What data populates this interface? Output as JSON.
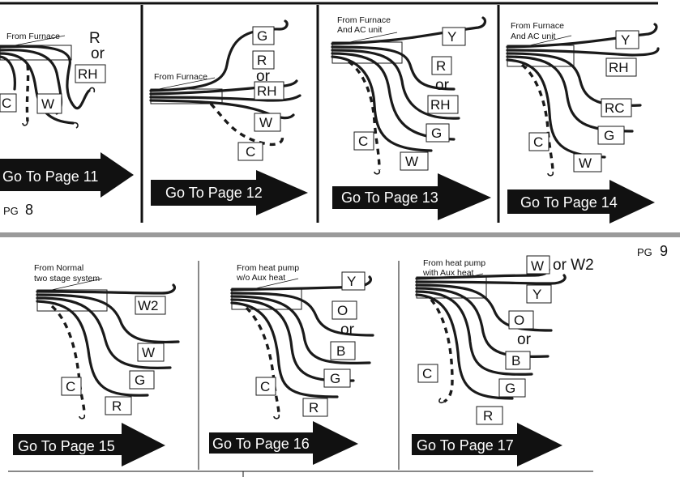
{
  "page_labels": [
    {
      "prefix": "PG",
      "number": "8"
    },
    {
      "prefix": "PG",
      "number": "9"
    }
  ],
  "panels": [
    {
      "title_lines": [
        "From Furnace"
      ],
      "labels": [
        "R",
        "or",
        "RH",
        "C",
        "W"
      ],
      "goto": "Go To Page 11"
    },
    {
      "title_lines": [
        "From Furnace"
      ],
      "labels": [
        "G",
        "R",
        "or",
        "RH",
        "W",
        "C"
      ],
      "goto": "Go To Page 12"
    },
    {
      "title_lines": [
        "From Furnace",
        "And AC unit"
      ],
      "labels": [
        "Y",
        "R",
        "or",
        "RH",
        "G",
        "C",
        "W"
      ],
      "goto": "Go To Page 13"
    },
    {
      "title_lines": [
        "From Furnace",
        "And AC unit"
      ],
      "labels": [
        "Y",
        "RH",
        "RC",
        "G",
        "C",
        "W"
      ],
      "goto": "Go To Page 14"
    },
    {
      "title_lines": [
        "From Normal",
        "two stage system"
      ],
      "labels": [
        "W2",
        "W",
        "G",
        "C",
        "R"
      ],
      "goto": "Go To Page 15"
    },
    {
      "title_lines": [
        "From heat pump",
        "w/o Aux heat"
      ],
      "labels": [
        "Y",
        "O",
        "or",
        "B",
        "G",
        "C",
        "R"
      ],
      "goto": "Go To Page 16"
    },
    {
      "title_lines": [
        "From heat pump",
        "with Aux heat"
      ],
      "labels": [
        "W",
        "or W2",
        "Y",
        "O",
        "or",
        "B",
        "G",
        "C",
        "R"
      ],
      "goto": "Go To Page 17"
    }
  ]
}
